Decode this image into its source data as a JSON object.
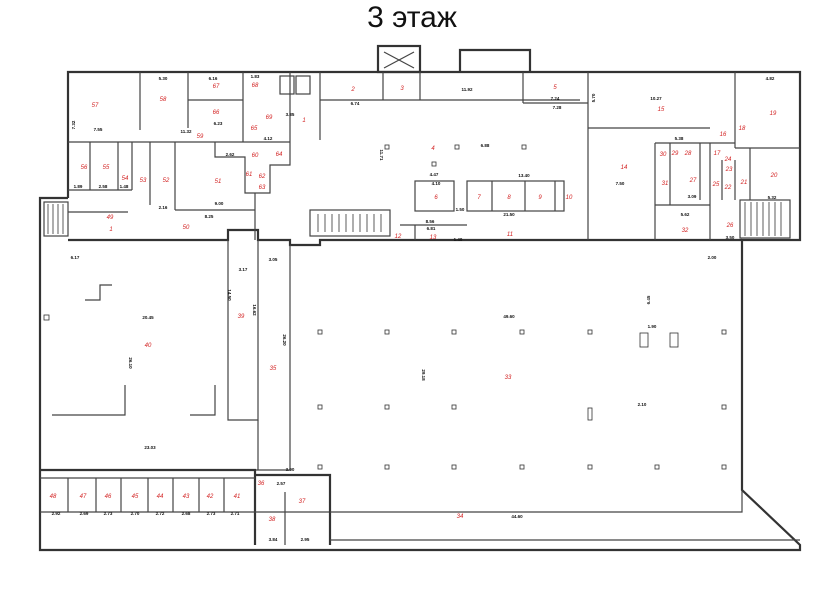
{
  "title": "3 этаж",
  "rooms": [
    "57",
    "58",
    "67",
    "68",
    "66",
    "69",
    "65",
    "1",
    "59",
    "56",
    "55",
    "54",
    "53",
    "52",
    "51",
    "60",
    "64",
    "61",
    "62",
    "63",
    "49",
    "1",
    "50",
    "2",
    "3",
    "5",
    "4",
    "6",
    "7",
    "8",
    "9",
    "10",
    "11",
    "12",
    "13",
    "15",
    "19",
    "16",
    "18",
    "14",
    "30",
    "29",
    "28",
    "17",
    "24",
    "23",
    "31",
    "27",
    "25",
    "22",
    "21",
    "20",
    "32",
    "26",
    "40",
    "39",
    "35",
    "33",
    "34",
    "48",
    "47",
    "46",
    "45",
    "44",
    "43",
    "42",
    "41",
    "36",
    "37",
    "38"
  ],
  "dims": [
    "5.30",
    "6.16",
    "1.83",
    "7.32",
    "7.55",
    "11.32",
    "6.23",
    "4.12",
    "3.85",
    "6.74",
    "11.92",
    "7.24",
    "7.28",
    "5.70",
    "10.27",
    "4.82",
    "6.88",
    "11.71",
    "4.47",
    "4.10",
    "13.40",
    "21.50",
    "8.56",
    "6.81",
    "1.40",
    "1.50",
    "5.38",
    "5.62",
    "3.50",
    "5.32",
    "7.50",
    "3.09",
    "1.89",
    "2.58",
    "1.48",
    "2.16",
    "9.00",
    "8.25",
    "2.62",
    "6.17",
    "20.45",
    "23.03",
    "49.60",
    "29.18",
    "26.10",
    "14.50",
    "16.62",
    "3.17",
    "3.05",
    "26.20",
    "6.45",
    "1.90",
    "2.10",
    "3.90",
    "2.57",
    "44.60",
    "2.92",
    "2.69",
    "2.73",
    "2.70",
    "2.72",
    "2.68",
    "2.73",
    "2.71",
    "3.84",
    "2.95",
    "2.00"
  ]
}
